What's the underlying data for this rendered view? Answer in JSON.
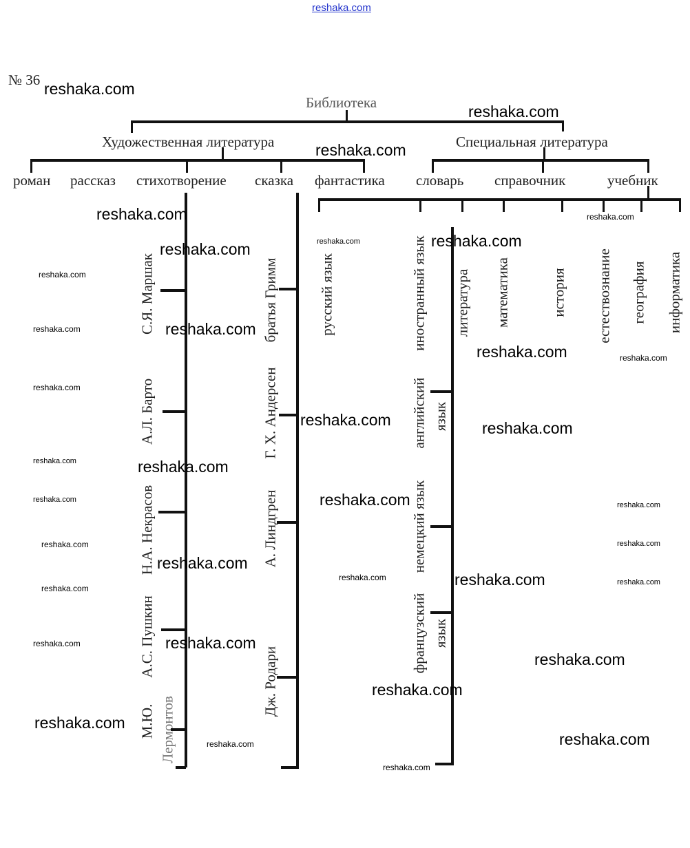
{
  "header": {
    "source_link": "reshaka.com",
    "task_number": "№ 36"
  },
  "root": "Библиотека",
  "branches": {
    "fiction": {
      "label": "Художественная литература",
      "children": [
        "роман",
        "рассказ",
        "стихотворение",
        "сказка",
        "фантастика"
      ],
      "poems_authors": [
        "С.Я. Маршак",
        "А.Л. Барто",
        "Н.А. Некрасов",
        "А.С. Пушкин",
        "М.Ю.",
        "Лермонтов"
      ],
      "tales_authors": [
        "братья Гримм",
        "Г. Х. Андерсен",
        "А. Линдгрен",
        "Дж. Родари"
      ]
    },
    "special": {
      "label": "Специальная литература",
      "children": [
        "словарь",
        "справочник",
        "учебник"
      ],
      "textbooks": [
        "русский язык",
        "иностранный язык",
        "литература",
        "математика",
        "история",
        "естествознание",
        "география",
        "информатика"
      ],
      "foreign_languages": [
        "английский",
        "язык",
        "немецкий язык",
        "французский",
        "язык"
      ]
    }
  },
  "watermark": {
    "text": "reshaka.com"
  }
}
